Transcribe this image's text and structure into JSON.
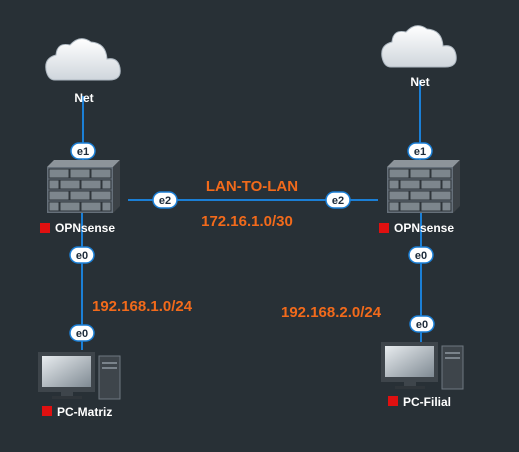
{
  "colors": {
    "background": "#283036",
    "link": "#1b7fd6",
    "annotation": "#f26a1b",
    "status": "#e01010",
    "label": "#ffffff"
  },
  "nodes": {
    "cloud_left": {
      "label": "Net",
      "icon": "cloud-icon"
    },
    "cloud_right": {
      "label": "Net",
      "icon": "cloud-icon"
    },
    "fw_left": {
      "label": "OPNsense",
      "icon": "firewall-icon"
    },
    "fw_right": {
      "label": "OPNsense",
      "icon": "firewall-icon"
    },
    "pc_left": {
      "label": "PC-Matriz",
      "icon": "computer-icon"
    },
    "pc_right": {
      "label": "PC-Filial",
      "icon": "computer-icon"
    }
  },
  "interfaces": {
    "fw_left_e1": "e1",
    "fw_left_e2": "e2",
    "fw_left_e0": "e0",
    "pc_left_e0": "e0",
    "fw_right_e1": "e1",
    "fw_right_e2": "e2",
    "fw_right_e0": "e0",
    "pc_right_e0": "e0"
  },
  "annotations": {
    "lan_to_lan": "LAN-TO-LAN",
    "transit_subnet": "172.16.1.0/30",
    "left_subnet": "192.168.1.0/24",
    "right_subnet": "192.168.2.0/24"
  }
}
